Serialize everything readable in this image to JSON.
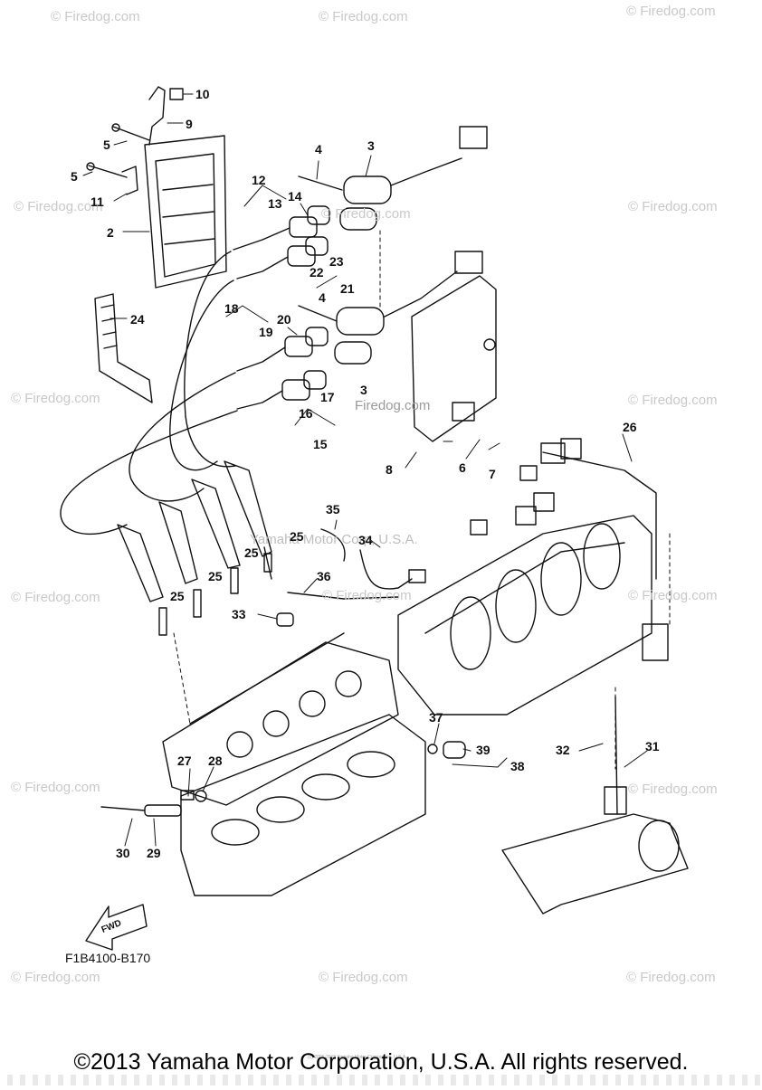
{
  "watermark": "© Firedog.com",
  "center_watermark": "Firedog.com",
  "center_watermark2": "Yamaha Motor Corp, U.S.A.",
  "callouts": [
    "10",
    "9",
    "5",
    "5",
    "11",
    "2",
    "4",
    "3",
    "12",
    "13",
    "14",
    "23",
    "22",
    "21",
    "4",
    "24",
    "18",
    "20",
    "19",
    "3",
    "17",
    "16",
    "15",
    "26",
    "6",
    "7",
    "8",
    "35",
    "34",
    "25",
    "25",
    "25",
    "25",
    "36",
    "33",
    "37",
    "39",
    "38",
    "32",
    "31",
    "27",
    "28",
    "30",
    "29"
  ],
  "fwd_label": "FWD",
  "diagram_code": "F1B4100-B170",
  "tiny_line": "(c) 2005-2015 Yamaha Motor Corporation, U.S.A.",
  "copyright": "©2013 Yamaha Motor Corporation, U.S.A. All rights reserved."
}
